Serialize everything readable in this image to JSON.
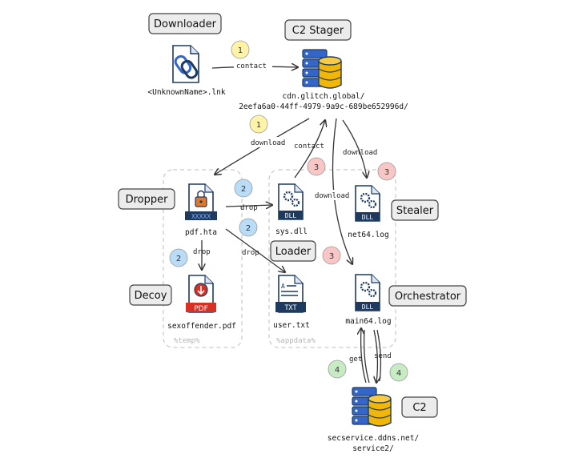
{
  "labels": {
    "downloader": "Downloader",
    "c2_stager": "C2 Stager",
    "dropper": "Dropper",
    "loader": "Loader",
    "stealer": "Stealer",
    "decoy": "Decoy",
    "orchestrator": "Orchestrator",
    "c2": "C2"
  },
  "nodes": {
    "lnk": "<UnknownName>.lnk",
    "stager_url_line1": "cdn.glitch.global/",
    "stager_url_line2": "2eefa6a0-44ff-4979-9a9c-689be652996d/",
    "pdf_hta": "pdf.hta",
    "sys_dll": "sys.dll",
    "net64_log": "net64.log",
    "sexoffender_pdf": "sexoffender.pdf",
    "user_txt": "user.txt",
    "main64_log": "main64.log",
    "c2_url_line1": "secservice.ddns.net/",
    "c2_url_line2": "service2/"
  },
  "icon_text": {
    "hta": "XXXXX",
    "dll": "DLL",
    "pdf": "PDF",
    "txt": "TXT"
  },
  "edges": {
    "contact": "contact",
    "download": "download",
    "contact2": "contact",
    "download_stealer": "download",
    "download_orch": "download",
    "drop_sys": "drop",
    "drop_pdf": "drop",
    "drop_txt": "drop",
    "get": "get",
    "send": "send"
  },
  "steps": {
    "s1a": "1",
    "s1b": "1",
    "s2a": "2",
    "s2b": "2",
    "s2c": "2",
    "s3a": "3",
    "s3b": "3",
    "s3c": "3",
    "s4a": "4",
    "s4b": "4"
  },
  "folders": {
    "temp": "%temp%",
    "appdata": "%appdata%"
  },
  "colors": {
    "step1": "#fff3a8",
    "step2": "#b9dcf7",
    "step3": "#f9c6c6",
    "step4": "#c7ecc4",
    "label_bg": "#ececec",
    "icon_navy": "#1e3a5f",
    "icon_blue": "#3466c9",
    "db_yellow": "#f2b705",
    "pdf_red": "#d93025",
    "lock_orange": "#e07a2b"
  }
}
